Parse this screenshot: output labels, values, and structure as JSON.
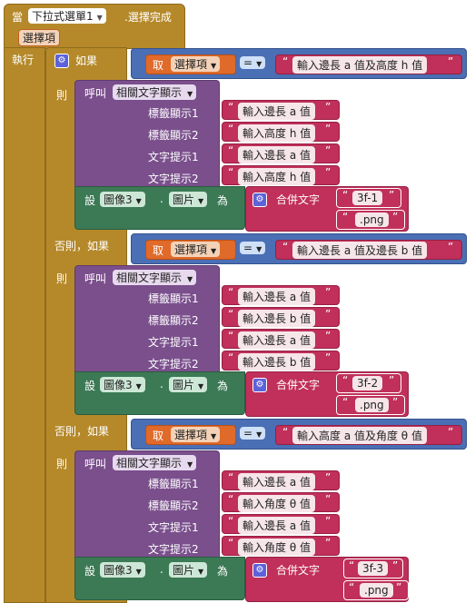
{
  "event": {
    "when": "當",
    "component": "下拉式選單1",
    "event_name": ".選擇完成",
    "param": "選擇項",
    "do": "執行"
  },
  "keywords": {
    "if": "如果",
    "then": "則",
    "elseif": "否則，如果",
    "call": "呼叫",
    "set": "設",
    "to": "為",
    "get": "取",
    "join": "合併文字",
    "eq": "=",
    "dot": "."
  },
  "params": {
    "label1": "標籤顯示1",
    "label2": "標籤顯示2",
    "hint1": "文字提示1",
    "hint2": "文字提示2"
  },
  "procedure_name": "相關文字顯示",
  "set_component": "圖像3",
  "set_property": "圖片",
  "var_name": "選擇項",
  "branches": [
    {
      "condition": "輸入邊長 a 值及高度 h 值",
      "args": [
        "輸入邊長 a 值",
        "輸入高度 h 值",
        "輸入邊長 a 值",
        "輸入高度 h 值"
      ],
      "join": [
        "3f-1",
        ".png"
      ]
    },
    {
      "condition": "輸入邊長 a 值及邊長 b 值",
      "args": [
        "輸入邊長 a 值",
        "輸入邊長 b 值",
        "輸入邊長 a 值",
        "輸入邊長 b 值"
      ],
      "join": [
        "3f-2",
        ".png"
      ]
    },
    {
      "condition": "輸入高度 a 值及角度 θ 值",
      "args": [
        "輸入邊長 a 值",
        "輸入角度 θ 值",
        "輸入邊長 a 值",
        "輸入角度 θ 值"
      ],
      "join": [
        "3f-3",
        ".png"
      ]
    }
  ],
  "colors": {
    "event": "#b5892a",
    "procedure": "#7a4f8c",
    "setter": "#3b7a55",
    "logic": "#4a6fb5",
    "text": "#c0305a",
    "variable": "#e06a2a"
  }
}
